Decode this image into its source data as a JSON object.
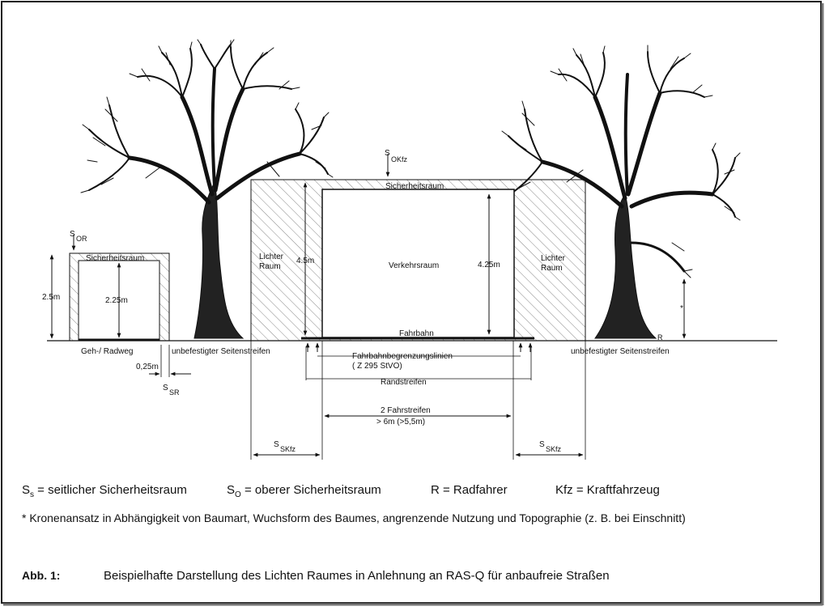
{
  "diagram": {
    "labels": {
      "so_kfz": "S",
      "so_kfz_sub": "OKfz",
      "sicherheitsraum_main": "Sicherheitsraum",
      "lichter_raum_left": [
        "Lichter",
        "Raum"
      ],
      "lichter_raum_right": [
        "Lichter",
        "Raum"
      ],
      "height_45": "4.5m",
      "height_425": "4.25m",
      "verkehrsraum": "Verkehrsraum",
      "fahrbahn": "Fahrbahn",
      "s_or": "S",
      "s_or_sub": "OR",
      "sicherheitsraum_left": "Sicherheitsraum",
      "height_25": "2.5m",
      "height_225": "2.25m",
      "gehweg": "Geh-/ Radweg",
      "unbefestigt_left": "unbefestigter Seitenstreifen",
      "unbefestigt_right": "unbefestigter Seitenstreifen",
      "w_025": "0,25m",
      "s_sr": "S",
      "s_sr_sub": "SR",
      "fahrbahnbegrenzung": "Fahrbahnbegrenzungslinien",
      "z295": "( Z 295 StVO)",
      "randstreifen": "Randstreifen",
      "fahrstreifen": "2 Fahrstreifen",
      "fahrstreifen_width": "> 6m (>5,5m)",
      "s_skfz_left": "S",
      "s_skfz_left_sub": "SKfz",
      "s_skfz_right": "S",
      "s_skfz_right_sub": "SKfz",
      "r": "R",
      "star": "*"
    }
  },
  "legend": {
    "ss_sym": "S",
    "ss_sub": "s",
    "ss_text": " = seitlicher Sicherheitsraum",
    "so_sym": "S",
    "so_sub": "O",
    "so_text": " = oberer Sicherheitsraum",
    "r_text": "R = Radfahrer",
    "kfz_text": "Kfz = Kraftfahrzeug",
    "footnote": "* Kronenansatz in Abhängigkeit von Baumart, Wuchsform des Baumes, angrenzende Nutzung und Topographie (z. B. bei Einschnitt)"
  },
  "caption": {
    "label": "Abb. 1:",
    "text": "Beispielhafte Darstellung des Lichten Raumes in Anlehnung an RAS-Q für anbaufreie Straßen"
  }
}
